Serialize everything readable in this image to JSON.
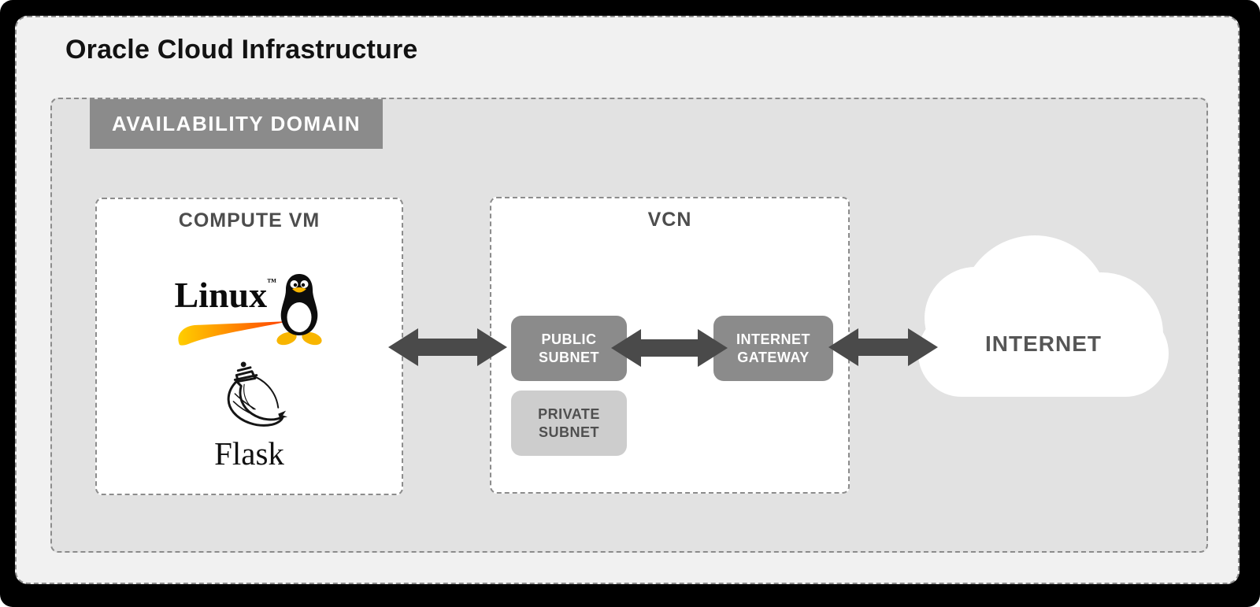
{
  "title": "Oracle Cloud Infrastructure",
  "availability_domain": {
    "label": "AVAILABILITY DOMAIN"
  },
  "compute_vm": {
    "title": "COMPUTE VM",
    "linux": {
      "wordmark": "Linux",
      "trademark": "™",
      "icon": "tux-penguin-icon"
    },
    "flask": {
      "wordmark": "Flask",
      "icon": "powder-horn-icon"
    }
  },
  "vcn": {
    "title": "VCN",
    "public_subnet": {
      "line1": "PUBLIC",
      "line2": "SUBNET"
    },
    "private_subnet": {
      "line1": "PRIVATE",
      "line2": "SUBNET"
    },
    "internet_gateway": {
      "line1": "INTERNET",
      "line2": "GATEWAY"
    }
  },
  "internet": {
    "label": "INTERNET"
  },
  "connections": [
    {
      "from": "compute-vm",
      "to": "public-subnet",
      "type": "bidirectional-arrow"
    },
    {
      "from": "public-subnet",
      "to": "internet-gateway",
      "type": "bidirectional-arrow"
    },
    {
      "from": "internet-gateway",
      "to": "internet",
      "type": "bidirectional-arrow"
    }
  ],
  "colors": {
    "canvas_background": "#000000",
    "oci_background": "#f1f1f1",
    "availability_domain_background": "#e2e2e2",
    "node_gray": "#8b8b8b",
    "private_subnet_gray": "#cdcdcd",
    "arrow_dark": "#4a4a4a",
    "label_text_white": "#ffffff",
    "title_dark_gray": "#4d4d4d",
    "linux_swoosh_start": "#ffce00",
    "linux_swoosh_end": "#ff3b00",
    "tux_accent": "#f8b500"
  }
}
